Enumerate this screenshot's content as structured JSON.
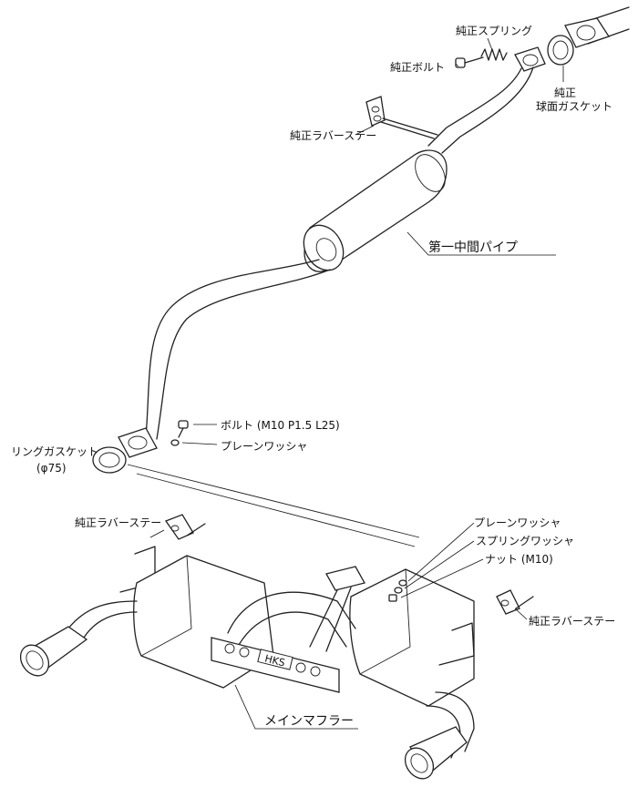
{
  "labels": {
    "oem_spring": "純正スプリング",
    "oem_bolt": "純正ボルト",
    "oem_spherical_gasket_1": "純正",
    "oem_spherical_gasket_2": "球面ガスケット",
    "oem_rubber_stay_top": "純正ラバーステー",
    "first_mid_pipe": "第一中間パイプ",
    "bolt_spec": "ボルト (M10 P1.5 L25)",
    "plain_washer_top": "プレーンワッシャ",
    "ring_gasket_1": "リングガスケット",
    "ring_gasket_2": "(φ75)",
    "oem_rubber_stay_left": "純正ラバーステー",
    "plain_washer_right": "プレーンワッシャ",
    "spring_washer": "スプリングワッシャ",
    "nut": "ナット (M10)",
    "oem_rubber_stay_right": "純正ラバーステー",
    "main_muffler": "メインマフラー"
  },
  "logo_text": "HKS",
  "colors": {
    "line": "#222222",
    "background": "#ffffff"
  }
}
